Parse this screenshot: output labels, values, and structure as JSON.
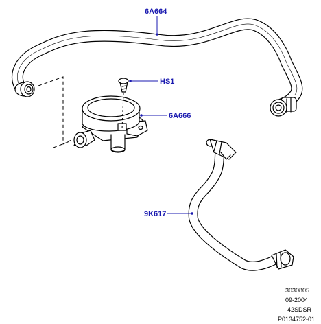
{
  "callouts": {
    "hose_upper": "6A664",
    "bolt": "HS1",
    "valve": "6A666",
    "hose_lower": "9K617"
  },
  "reference": {
    "line1": "3030805",
    "line2": "09-2004",
    "line3": "42SDSR",
    "line4": "P0134752-01"
  },
  "colors": {
    "callout": "#1a1ab0",
    "ink": "#000000"
  }
}
